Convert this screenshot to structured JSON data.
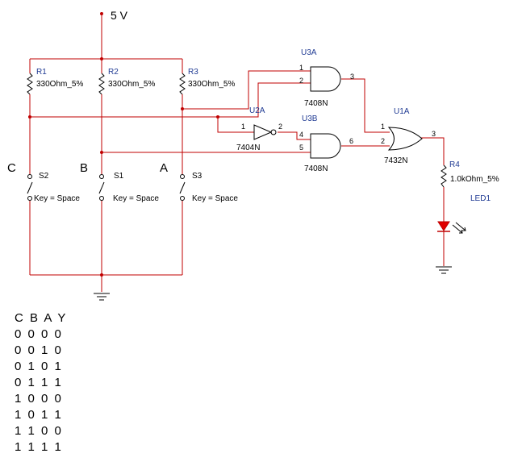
{
  "supply_label": "5 V",
  "resistors": [
    {
      "ref": "R1",
      "value": "330Ohm_5%"
    },
    {
      "ref": "R2",
      "value": "330Ohm_5%"
    },
    {
      "ref": "R3",
      "value": "330Ohm_5%"
    },
    {
      "ref": "R4",
      "value": "1.0kOhm_5%"
    }
  ],
  "switches": [
    {
      "ref": "S2",
      "input": "C",
      "key": "Key = Space"
    },
    {
      "ref": "S1",
      "input": "B",
      "key": "Key = Space"
    },
    {
      "ref": "S3",
      "input": "A",
      "key": "Key = Space"
    }
  ],
  "gates": {
    "u3a": {
      "ref": "U3A",
      "part": "7408N",
      "pins": [
        "1",
        "2",
        "3"
      ]
    },
    "u3b": {
      "ref": "U3B",
      "part": "7408N",
      "pins": [
        "4",
        "5",
        "6"
      ]
    },
    "u2a": {
      "ref": "U2A",
      "part": "7404N",
      "pins": [
        "1",
        "2"
      ]
    },
    "u1a": {
      "ref": "U1A",
      "part": "7432N",
      "pins": [
        "1",
        "2",
        "3"
      ]
    }
  },
  "led": {
    "ref": "LED1"
  },
  "truth_table": {
    "header": "C B A Y",
    "rows": [
      "0 0 0 0",
      "0 0 1 0",
      "0 1 0 1",
      "0 1 1 1",
      "1 0 0 0",
      "1 0 1 1",
      "1 1 0 0",
      "1 1 1 1"
    ]
  }
}
